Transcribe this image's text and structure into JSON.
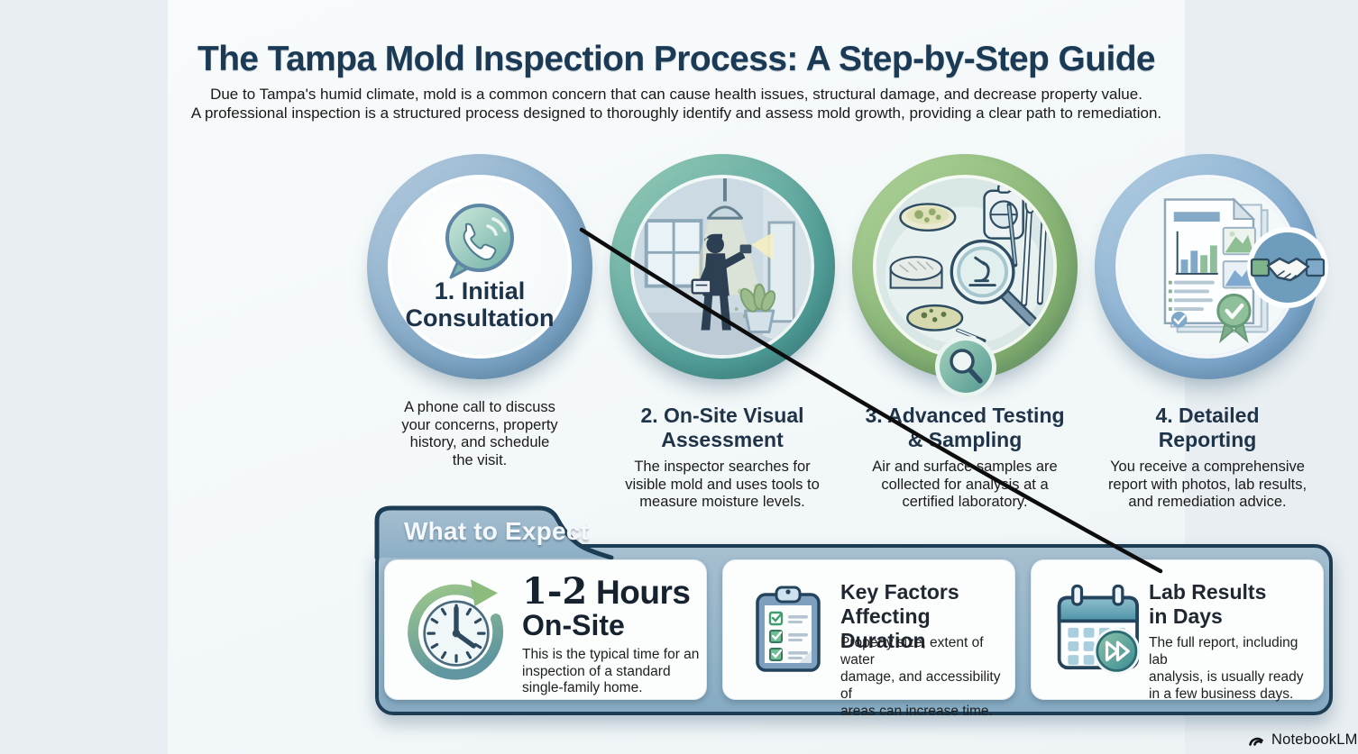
{
  "page": {
    "margin_color": "#e8eef1",
    "content_background": "#f6fafa",
    "accent_navy": "#1b3a55",
    "panel_blue": "#90b2c7"
  },
  "header": {
    "title": "The Tampa Mold Inspection Process: A Step-by-Step Guide",
    "subtitle": "Due to Tampa's humid climate, mold is a common concern that can cause health issues, structural damage, and decrease property value.\nA professional inspection is a structured process designed to thoroughly identify and assess mold growth, providing a clear path to remediation."
  },
  "steps": [
    {
      "title": "1. Initial\nConsultation",
      "description": "A phone call to discuss\nyour concerns, property\nhistory, and schedule\nthe visit.",
      "icon": "phone-chat-icon",
      "ring_color": "#86abc9"
    },
    {
      "title": "2. On-Site Visual\nAssessment",
      "description": "The inspector searches for\nvisible mold and uses tools to\nmeasure moisture levels.",
      "icon": "inspector-room-illustration",
      "ring_color": "#57a29a"
    },
    {
      "title": "3. Advanced Testing\n& Sampling",
      "description": "Air and surface samples are\ncollected for analysis at a\ncertified laboratory.",
      "icon": "lab-sampling-illustration",
      "badge_icon": "magnifier-badge-icon",
      "ring_color": "#86b272"
    },
    {
      "title": "4. Detailed\nReporting",
      "description": "You receive a comprehensive\nreport with photos, lab results,\nand remediation advice.",
      "icon": "report-document-illustration",
      "badge_icon": "handshake-badge-icon",
      "ring_color": "#83abce"
    }
  ],
  "expect_panel": {
    "tab_label": "What to Expect",
    "cards": [
      {
        "value": "1-2",
        "title_rest": " Hours",
        "title_line2": "On-Site",
        "description": "This is the typical time for an\ninspection of a standard\nsingle-family home.",
        "icon": "clock-cycle-icon"
      },
      {
        "title": "Key Factors\nAffecting Duration",
        "description": "Property size, extent of water\ndamage, and accessibility of\nareas can increase time.",
        "icon": "checklist-clipboard-icon"
      },
      {
        "title": "Lab Results\nin Days",
        "description": "The full report, including lab\nanalysis, is usually ready\nin a few business days.",
        "icon": "calendar-fast-forward-icon"
      }
    ]
  },
  "watermark": {
    "label": "NotebookLM",
    "icon": "notebooklm-logo-icon"
  }
}
